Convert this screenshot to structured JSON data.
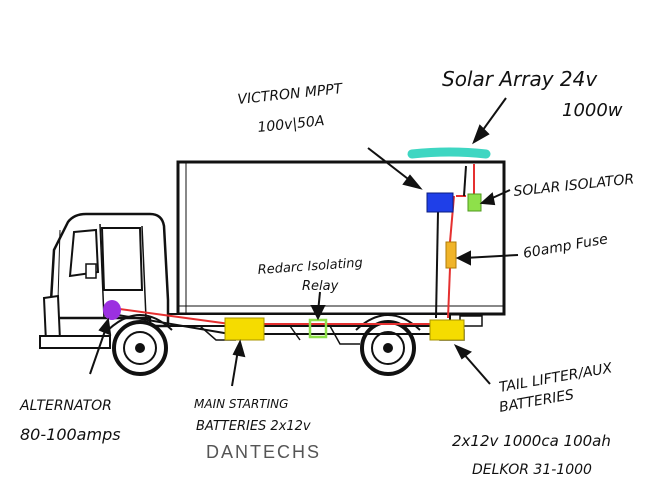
{
  "labels": {
    "solar_line1": "Solar Array 24v",
    "solar_line2": "1000w",
    "mppt_line1": "VICTRON MPPT",
    "mppt_line2": "100v|50A",
    "isolator": "SOLAR ISOLATOR",
    "fuse": "60amp Fuse",
    "redarc_line1": "Redarc Isolating",
    "redarc_line2": "Relay",
    "alternator_line1": "ALTERNATOR",
    "alternator_line2": "80-100amps",
    "main_line1": "MAIN STARTING",
    "main_line2": "BATTERIES 2x12v",
    "tail_line1": "TAIL LIFTER/AUX",
    "tail_line2": "BATTERIES",
    "tail_spec": "2x12v 1000ca 100ah",
    "delkor": "DELKOR 31-1000",
    "watermark": "DANTECHS"
  },
  "colors": {
    "solar_panel": "#3ed6c2",
    "mppt": "#1f3fe8",
    "isolator": "#8ee04a",
    "fuse": "#f0b429",
    "battery": "#f5dc00",
    "relay": "#8ee04a",
    "alternator": "#9b30e0",
    "wire_positive": "#e53030",
    "wire_negative": "#111111"
  }
}
